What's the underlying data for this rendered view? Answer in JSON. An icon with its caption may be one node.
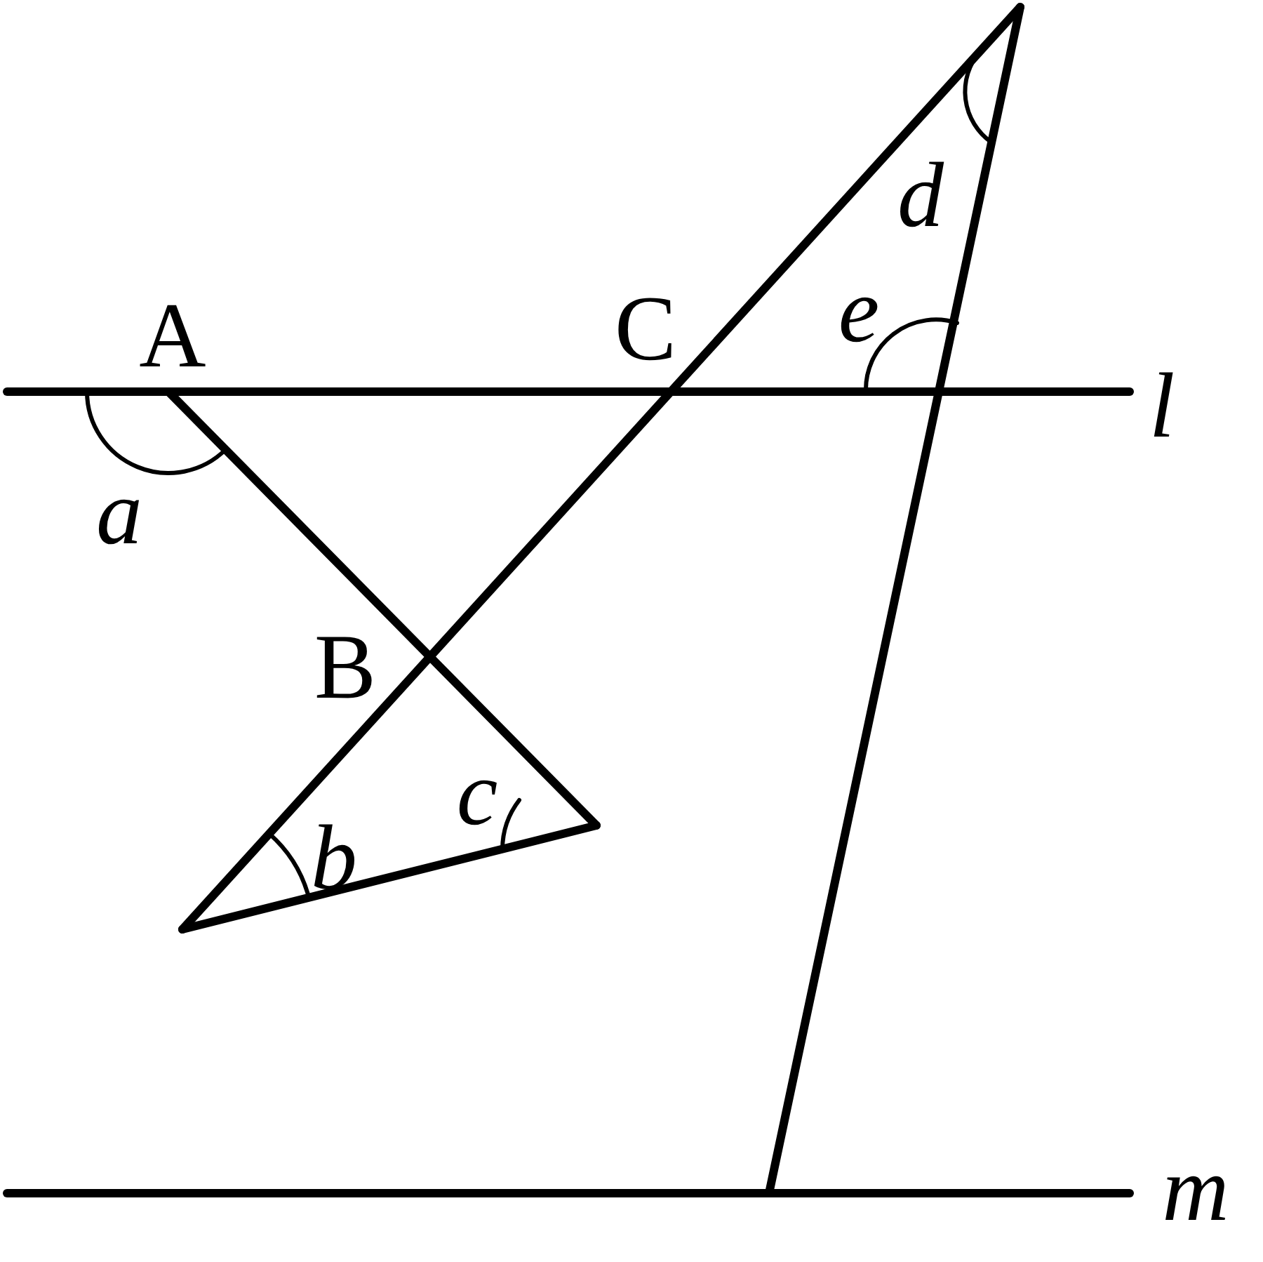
{
  "diagram": {
    "labels": [
      "d",
      "e",
      "A",
      "C",
      "l",
      "a",
      "B",
      "c",
      "b",
      "m"
    ]
  }
}
